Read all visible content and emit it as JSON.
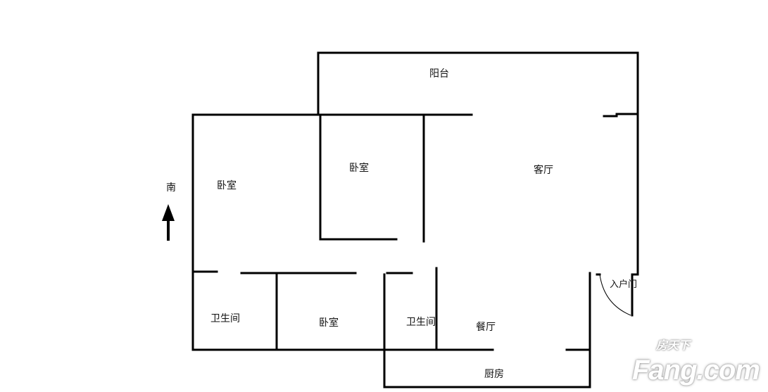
{
  "rooms": {
    "balcony": "阳台",
    "living_room": "客厅",
    "bedroom_master": "卧室",
    "bedroom_middle": "卧室",
    "bedroom_bottom": "卧室",
    "bathroom_left": "卫生间",
    "bathroom_right": "卫生间",
    "dining_room": "餐厅",
    "kitchen": "厨房",
    "entrance": "入户门"
  },
  "compass": {
    "label": "南",
    "icon": "arrow-up-icon"
  },
  "watermark": {
    "chinese": "房天下",
    "english": "Fang.com"
  },
  "colors": {
    "wall": "#000000",
    "background": "#ffffff"
  }
}
